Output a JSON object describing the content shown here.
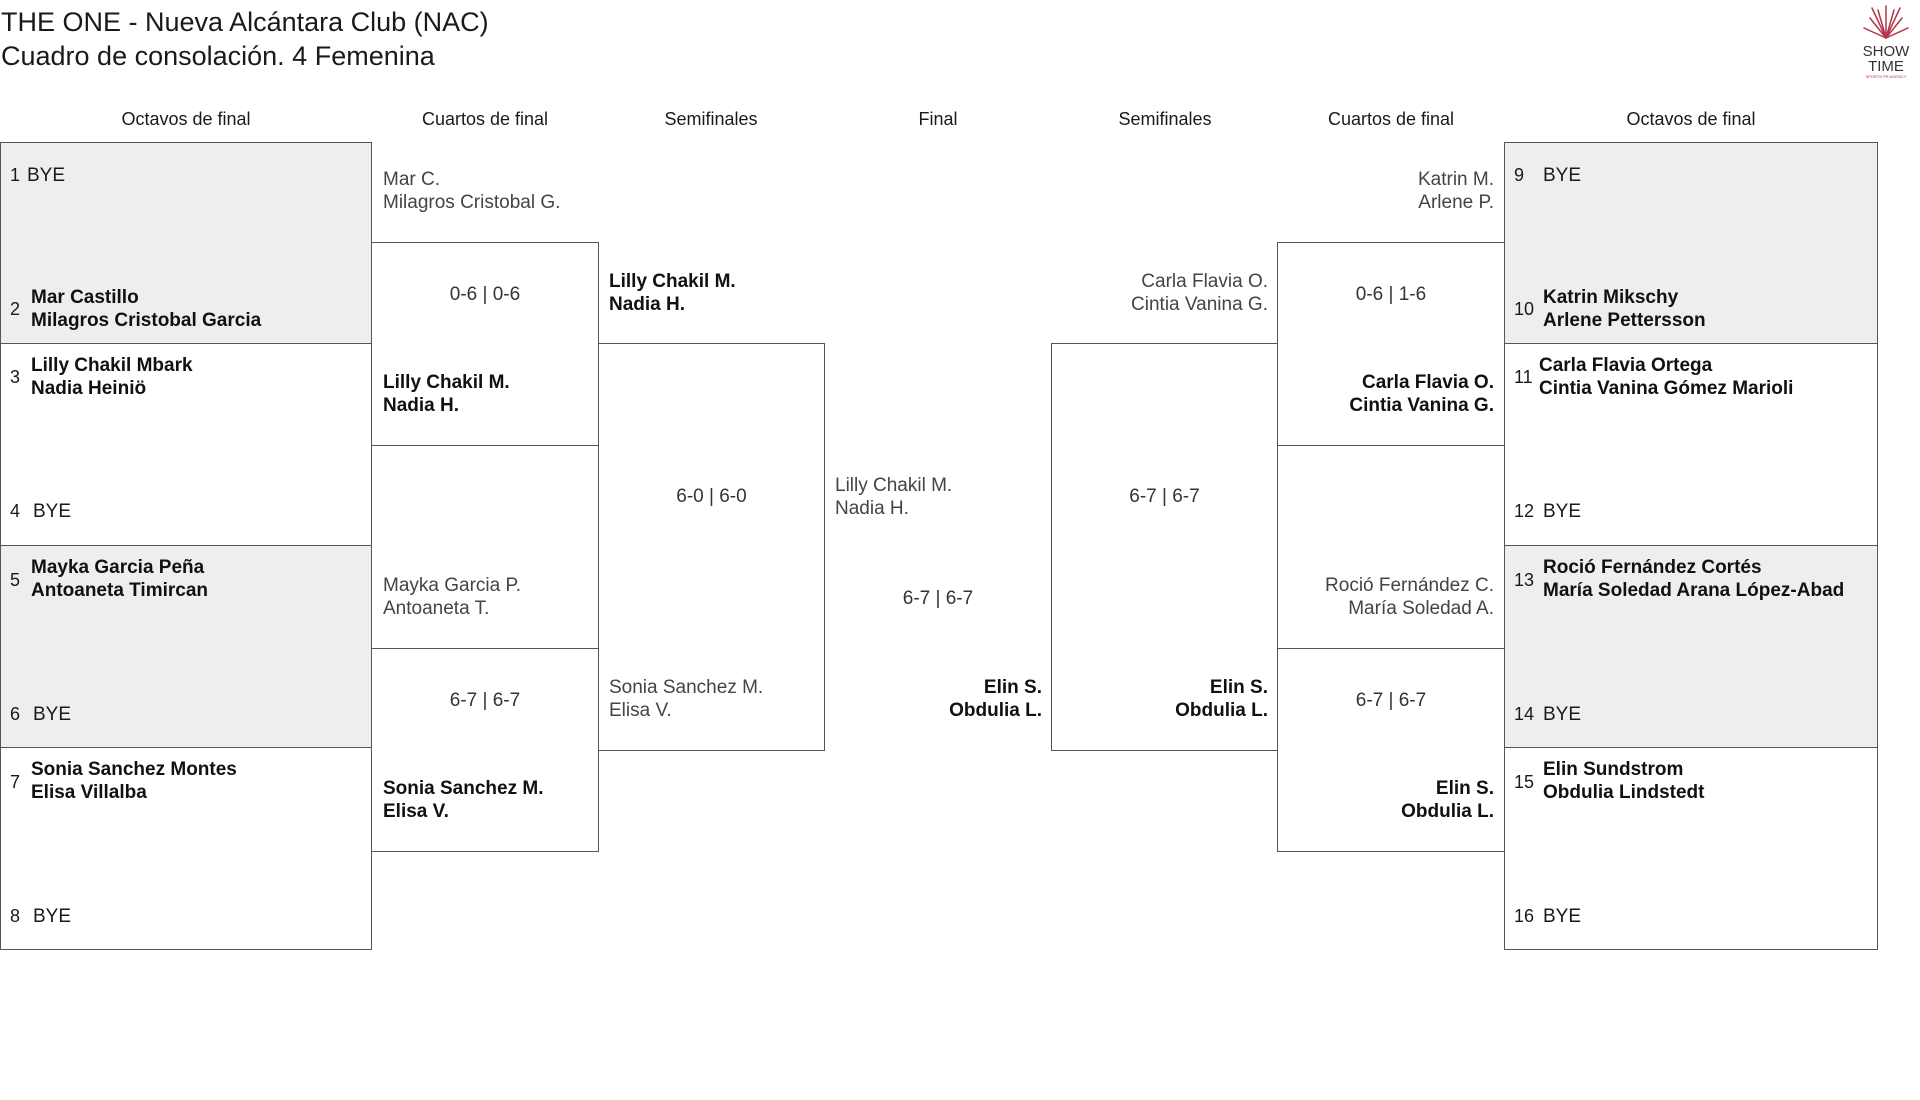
{
  "header": {
    "title": "THE ONE - Nueva Alcántara Club (NAC)",
    "subtitle": "Cuadro de consolación. 4 Femenina"
  },
  "logo": {
    "line1": "SHOW",
    "line2": "TIME",
    "tagline": "SPORTS PR AGENCY",
    "accent": "#b5334a"
  },
  "rounds": {
    "r16_left": "Octavos de final",
    "qf_left": "Cuartos de final",
    "sf_left": "Semifinales",
    "final": "Final",
    "sf_right": "Semifinales",
    "qf_right": "Cuartos de final",
    "r16_right": "Octavos de final"
  },
  "draw": [
    {
      "seed": "1",
      "p1": "BYE",
      "p2": ""
    },
    {
      "seed": "2",
      "p1": "Mar Castillo",
      "p2": "Milagros Cristobal Garcia"
    },
    {
      "seed": "3",
      "p1": "Lilly Chakil Mbark",
      "p2": "Nadia Heiniö"
    },
    {
      "seed": "4",
      "p1": "BYE",
      "p2": ""
    },
    {
      "seed": "5",
      "p1": "Mayka Garcia Peña",
      "p2": "Antoaneta Timircan"
    },
    {
      "seed": "6",
      "p1": "BYE",
      "p2": ""
    },
    {
      "seed": "7",
      "p1": "Sonia Sanchez Montes",
      "p2": "Elisa Villalba"
    },
    {
      "seed": "8",
      "p1": "BYE",
      "p2": ""
    },
    {
      "seed": "9",
      "p1": "BYE",
      "p2": ""
    },
    {
      "seed": "10",
      "p1": "Katrin Mikschy",
      "p2": "Arlene Pettersson"
    },
    {
      "seed": "11",
      "p1": "Carla Flavia Ortega",
      "p2": "Cintia Vanina Gómez Marioli"
    },
    {
      "seed": "12",
      "p1": "BYE",
      "p2": ""
    },
    {
      "seed": "13",
      "p1": "Roció Fernández Cortés",
      "p2": "María Soledad Arana López-Abad"
    },
    {
      "seed": "14",
      "p1": "BYE",
      "p2": ""
    },
    {
      "seed": "15",
      "p1": "Elin Sundstrom",
      "p2": "Obdulia Lindstedt"
    },
    {
      "seed": "16",
      "p1": "BYE",
      "p2": ""
    }
  ],
  "qf": [
    {
      "p1": "Mar C.",
      "p2": "Milagros Cristobal G."
    },
    {
      "p1": "Lilly Chakil M.",
      "p2": "Nadia H."
    },
    {
      "p1": "Mayka Garcia P.",
      "p2": "Antoaneta T."
    },
    {
      "p1": "Sonia Sanchez M.",
      "p2": "Elisa V."
    },
    {
      "p1": "Katrin M.",
      "p2": "Arlene P."
    },
    {
      "p1": "Carla Flavia O.",
      "p2": "Cintia Vanina G."
    },
    {
      "p1": "Roció Fernández C.",
      "p2": "María Soledad A."
    },
    {
      "p1": "Elin S.",
      "p2": "Obdulia L."
    }
  ],
  "qf_scores": [
    "0-6 | 0-6",
    "6-7 | 6-7",
    "0-6 | 1-6",
    "6-7 | 6-7"
  ],
  "sf": [
    {
      "p1": "Lilly Chakil M.",
      "p2": "Nadia H."
    },
    {
      "p1": "Sonia Sanchez M.",
      "p2": "Elisa V."
    },
    {
      "p1": "Carla Flavia O.",
      "p2": "Cintia Vanina G."
    },
    {
      "p1": "Elin S.",
      "p2": "Obdulia L."
    }
  ],
  "sf_scores": [
    "6-0 | 6-0",
    "6-7 | 6-7"
  ],
  "final": [
    {
      "p1": "Lilly Chakil M.",
      "p2": "Nadia H."
    },
    {
      "p1": "Elin S.",
      "p2": "Obdulia L."
    }
  ],
  "final_score": "6-7 | 6-7"
}
